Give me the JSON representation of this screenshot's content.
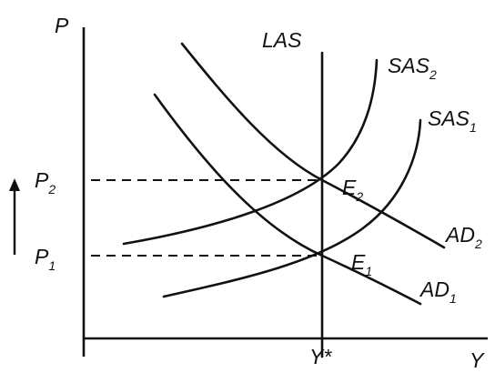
{
  "axes": {
    "y_label": "P",
    "x_label": "Y",
    "x_tick": "Y*",
    "p2": {
      "main": "P",
      "sub": "2"
    },
    "p1": {
      "main": "P",
      "sub": "1"
    }
  },
  "curves": {
    "las": "LAS",
    "sas2": {
      "main": "SAS",
      "sub": "2"
    },
    "sas1": {
      "main": "SAS",
      "sub": "1"
    },
    "ad2": {
      "main": "AD",
      "sub": "2"
    },
    "ad1": {
      "main": "AD",
      "sub": "1"
    }
  },
  "points": {
    "e2": {
      "main": "E",
      "sub": "2"
    },
    "e1": {
      "main": "E",
      "sub": "1"
    }
  },
  "indicator": {
    "icon": "up-arrow-icon",
    "meaning": "price level rises"
  }
}
